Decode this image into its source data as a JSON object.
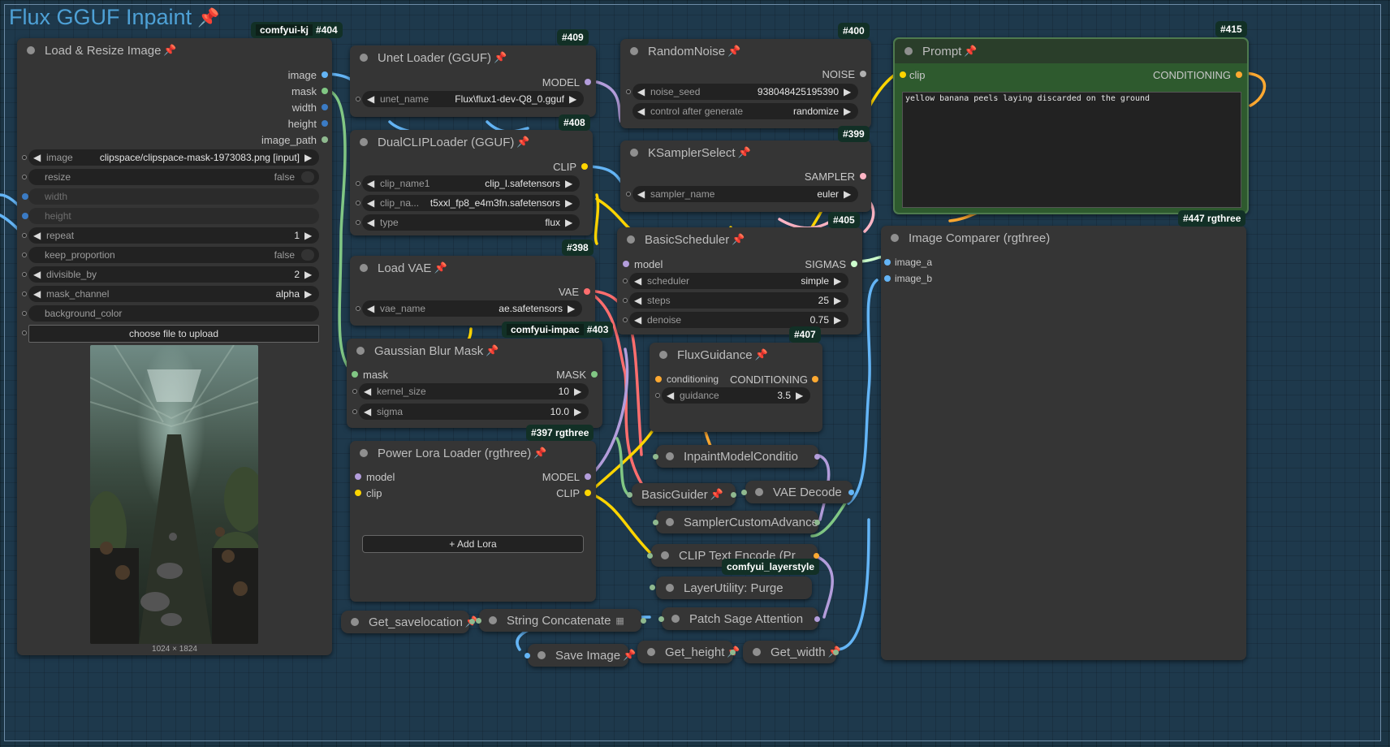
{
  "group_title": "Flux GGUF Inpaint",
  "colors": {
    "model": "#b39ddb",
    "clip": "#ffd500",
    "vae": "#ff6e6e",
    "image": "#64b5f6",
    "mask": "#81c784",
    "conditioning": "#ffa931",
    "noise": "#b0b0b0",
    "sampler": "#ffb5c5",
    "sigmas": "#cdffcd",
    "accent": "#2e5a2e"
  },
  "nodes": {
    "load_resize": {
      "badge_prefix": "comfyui-kj",
      "badge": "#404",
      "title": "Load & Resize Image",
      "outputs": [
        "image",
        "mask",
        "width",
        "height",
        "image_path"
      ],
      "widgets": [
        {
          "label": "image",
          "value": "clipspace/clipspace-mask-1973083.png [input]"
        },
        {
          "label": "resize",
          "value": "false"
        },
        {
          "label": "width",
          "value": ""
        },
        {
          "label": "height",
          "value": ""
        },
        {
          "label": "repeat",
          "value": "1"
        },
        {
          "label": "keep_proportion",
          "value": "false"
        },
        {
          "label": "divisible_by",
          "value": "2"
        },
        {
          "label": "mask_channel",
          "value": "alpha"
        },
        {
          "label": "background_color",
          "value": ""
        }
      ],
      "upload_label": "choose file to upload",
      "image_size": "1024 × 1824"
    },
    "unet": {
      "badge": "#409",
      "title": "Unet Loader (GGUF)",
      "output": "MODEL",
      "widget_label": "unet_name",
      "widget_value": "Flux\\flux1-dev-Q8_0.gguf"
    },
    "dualclip": {
      "badge": "#408",
      "title": "DualCLIPLoader (GGUF)",
      "output": "CLIP",
      "widgets": [
        {
          "label": "clip_name1",
          "value": "clip_l.safetensors"
        },
        {
          "label": "clip_na...",
          "value": "t5xxl_fp8_e4m3fn.safetensors"
        },
        {
          "label": "type",
          "value": "flux"
        }
      ]
    },
    "vae": {
      "badge": "#398",
      "title": "Load VAE",
      "output": "VAE",
      "widget_label": "vae_name",
      "widget_value": "ae.safetensors"
    },
    "blur": {
      "badge_prefix": "comfyui-impac",
      "badge": "#403",
      "title": "Gaussian Blur Mask",
      "input": "mask",
      "output": "MASK",
      "widgets": [
        {
          "label": "kernel_size",
          "value": "10"
        },
        {
          "label": "sigma",
          "value": "10.0"
        }
      ]
    },
    "lora": {
      "badge": "#397 rgthree",
      "title": "Power Lora Loader (rgthree)",
      "inputs": [
        "model",
        "clip"
      ],
      "outputs": [
        "MODEL",
        "CLIP"
      ],
      "add_label": "+ Add Lora"
    },
    "noise": {
      "badge": "#400",
      "title": "RandomNoise",
      "output": "NOISE",
      "widgets": [
        {
          "label": "noise_seed",
          "value": "938048425195390"
        },
        {
          "label": "control after generate",
          "value": "randomize"
        }
      ]
    },
    "ksampler": {
      "badge": "#399",
      "title": "KSamplerSelect",
      "output": "SAMPLER",
      "widget_label": "sampler_name",
      "widget_value": "euler"
    },
    "scheduler": {
      "badge": "#405",
      "title": "BasicScheduler",
      "input": "model",
      "output": "SIGMAS",
      "widgets": [
        {
          "label": "scheduler",
          "value": "simple"
        },
        {
          "label": "steps",
          "value": "25"
        },
        {
          "label": "denoise",
          "value": "0.75"
        }
      ]
    },
    "fluxguidance": {
      "badge": "#407",
      "title": "FluxGuidance",
      "input": "conditioning",
      "output": "CONDITIONING",
      "widget_label": "guidance",
      "widget_value": "3.5"
    },
    "prompt": {
      "badge": "#415",
      "title": "Prompt",
      "input": "clip",
      "output": "CONDITIONING",
      "text": "yellow banana peels laying discarded on the ground"
    },
    "comparer": {
      "badge": "#447 rgthree",
      "title": "Image Comparer (rgthree)",
      "inputs": [
        "image_a",
        "image_b"
      ]
    }
  },
  "collapsed": {
    "inpaint": "InpaintModelConditio",
    "guider": "BasicGuider",
    "vaedecode": "VAE Decode",
    "sampleradv": "SamplerCustomAdvance",
    "cliptext": "CLIP Text Encode (Pr",
    "layerstyle_badge": "comfyui_layerstyle",
    "purge": "LayerUtility: Purge",
    "sage": "Patch Sage Attention",
    "savelocation": "Get_savelocation",
    "concat": "String Concatenate",
    "save": "Save Image",
    "getheight": "Get_height",
    "getwidth": "Get_width"
  }
}
